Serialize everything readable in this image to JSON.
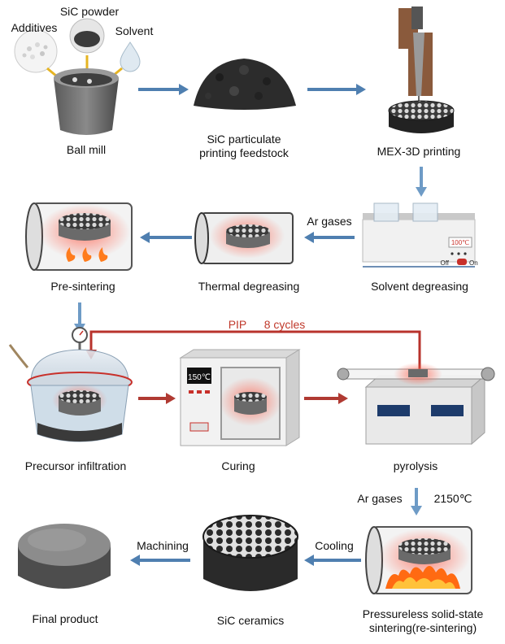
{
  "colors": {
    "blue_arrow": "#4f7fb0",
    "red_arrow": "#b03a32",
    "pip_loop": "#b8332c",
    "glow": "#ff6a55",
    "ceramic": "#6a6a6a",
    "dark_block": "#2e2e2e"
  },
  "labels": {
    "additives": "Additives",
    "sic_powder": "SiC powder",
    "solvent": "Solvent",
    "ball_mill": "Ball mill",
    "feedstock_line1": "SiC particulate",
    "feedstock_line2": "printing feedstock",
    "mex_printing": "MEX-3D printing",
    "ar_gases_top": "Ar gases",
    "solvent_degreasing": "Solvent degreasing",
    "thermal_degreasing": "Thermal degreasing",
    "pre_sintering": "Pre-sintering",
    "pip": "PIP",
    "pip_cycles": "8 cycles",
    "precursor_infiltration": "Precursor infiltration",
    "curing": "Curing",
    "pyrolysis": "pyrolysis",
    "ar_gases_bottom": "Ar gases",
    "temp_2150": "2150℃",
    "cooling": "Cooling",
    "machining": "Machining",
    "final_product": "Final product",
    "sic_ceramics": "SiC ceramics",
    "sintering_line1": "Pressureless solid-state",
    "sintering_line2": "sintering(re-sintering)"
  },
  "displays": {
    "bath_temp": "100℃",
    "bath_off": "Off",
    "bath_on": "On",
    "oven_temp": "150℃"
  },
  "icons": [
    "ball-mill-icon",
    "powder-icon",
    "droplet-icon",
    "feedstock-icon",
    "printer-icon",
    "water-bath-icon",
    "tube-furnace-icon",
    "vacuum-chamber-icon",
    "drying-oven-icon",
    "pyrolysis-furnace-icon",
    "sintering-furnace-icon",
    "honeycomb-icon",
    "disc-icon",
    "gauge-icon",
    "flame-icon"
  ]
}
